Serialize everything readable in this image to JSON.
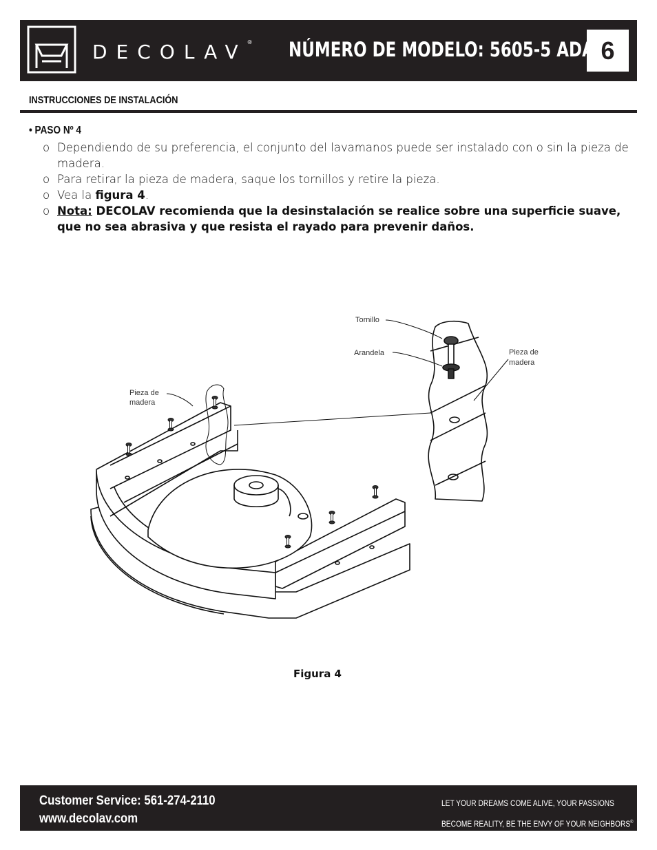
{
  "header": {
    "brand": "DECOLAV",
    "registered_mark": "®",
    "model_title": "NÚMERO DE MODELO: 5605-5 ADA",
    "page_number": "6"
  },
  "section_title": "INSTRUCCIONES DE INSTALACIÓN",
  "step": {
    "title": "• PASO Nº 4",
    "bullets": [
      {
        "marker": "o",
        "text": "Dependiendo de su preferencia, el conjunto del lavamanos puede ser instalado con o sin la pieza de madera."
      },
      {
        "marker": "o",
        "text": "Para retirar la pieza de madera, saque los tornillos y retire la pieza."
      },
      {
        "marker": "o",
        "prefix": "Vea la ",
        "bold": "figura 4",
        "suffix": "."
      },
      {
        "marker": "o",
        "underline": "Nota:",
        "bold": " DECOLAV recomienda que la desinstalación se realice sobre una superficie suave, que no sea abrasiva y que resista el rayado para prevenir daños."
      }
    ]
  },
  "figure": {
    "labels": {
      "screw": "Tornillo",
      "washer": "Arandela",
      "wood_right_1": "Pieza de",
      "wood_right_2": "madera",
      "wood_left_1": "Pieza de",
      "wood_left_2": "madera"
    },
    "caption": "Figura 4"
  },
  "footer": {
    "customer_service": "Customer Service: 561-274-2110",
    "website": "www.decolav.com",
    "slogan_line1": "LET YOUR DREAMS COME ALIVE, YOUR PASSIONS",
    "slogan_line2": "BECOME REALITY, BE THE ENVY OF YOUR NEIGHBORS",
    "slogan_mark": "®"
  }
}
